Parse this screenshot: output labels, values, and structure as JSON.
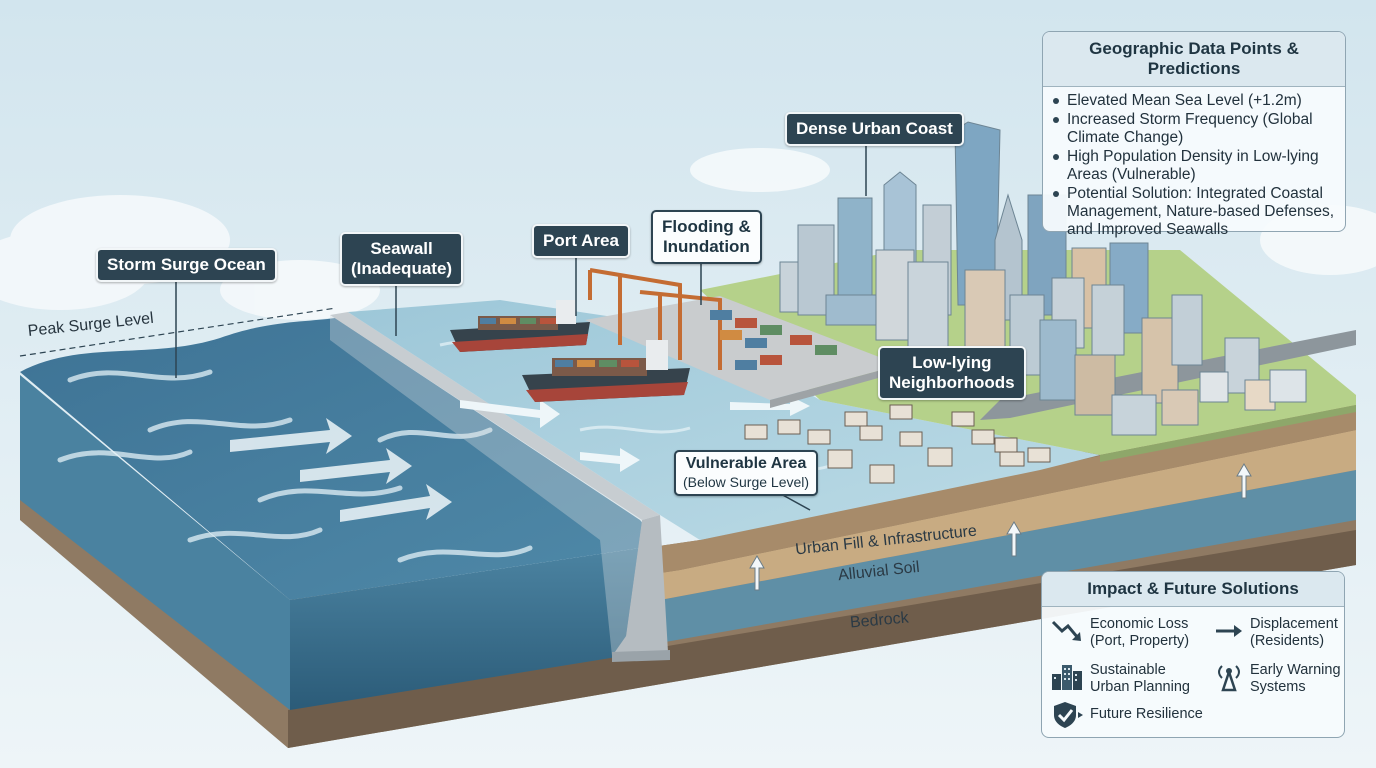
{
  "labels": {
    "storm_surge_ocean": "Storm Surge Ocean",
    "seawall": "Seawall\n(Inadequate)",
    "port_area": "Port Area",
    "flooding": "Flooding &\nInundation",
    "dense_urban_coast": "Dense Urban Coast",
    "low_lying": "Low-lying\nNeighborhoods",
    "vulnerable_area": "Vulnerable Area",
    "vulnerable_sub": "(Below Surge Level)",
    "peak_surge": "Peak Surge Level",
    "urban_fill": "Urban Fill & Infrastructure",
    "alluvial_soil": "Alluvial Soil",
    "bedrock": "Bedrock"
  },
  "data_panel": {
    "title": "Geographic Data Points & Predictions",
    "items": [
      "Elevated Mean Sea Level (+1.2m)",
      "Increased Storm Frequency (Global Climate Change)",
      "High Population Density in Low-lying Areas (Vulnerable)",
      "Potential Solution: Integrated Coastal Management, Nature-based Defenses, and Improved Seawalls"
    ]
  },
  "impact_panel": {
    "title": "Impact & Future Solutions",
    "economic_loss": "Economic Loss\n(Port, Property)",
    "displacement": "Displacement\n(Residents)",
    "sustainable": "Sustainable\nUrban Planning",
    "early_warning": "Early Warning\nSystems",
    "resilience": "Future Resilience"
  },
  "icons": [
    "trend-down-icon",
    "arrow-right-icon",
    "buildings-icon",
    "signal-tower-icon",
    "shield-check-icon"
  ],
  "colors": {
    "callout_bg": "#2d4452",
    "ocean": "#3f7290",
    "flood_water": "#a9cfdc",
    "land": "#b7d48e"
  }
}
